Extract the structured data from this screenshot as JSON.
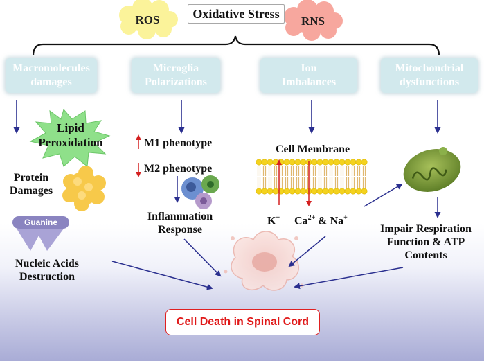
{
  "header": {
    "title": "Oxidative Stress",
    "left_cloud": "ROS",
    "right_cloud": "RNS"
  },
  "categories": [
    {
      "label_line1": "Macromolecules",
      "label_line2": "damages"
    },
    {
      "label_line1": "Microglia",
      "label_line2": "Polarizations"
    },
    {
      "label_line1": "Ion",
      "label_line2": "Imbalances"
    },
    {
      "label_line1": "Mitochondrial",
      "label_line2": "dysfunctions"
    }
  ],
  "macromolecules": {
    "lipid_line1": "Lipid",
    "lipid_line2": "Peroxidation",
    "protein_line1": "Protein",
    "protein_line2": "Damages",
    "guanine": "Guanine",
    "nucleic_line1": "Nucleic Acids",
    "nucleic_line2": "Destruction"
  },
  "microglia": {
    "m1": "M1 phenotype",
    "m2": "M2 phenotype",
    "inflammation_line1": "Inflammation",
    "inflammation_line2": "Response"
  },
  "ion": {
    "membrane": "Cell Membrane",
    "potassium": "K",
    "potassium_sup": "+",
    "calcium": "Ca",
    "calcium_sup": "2+",
    "sodium_prefix": " & Na",
    "sodium_sup": "+"
  },
  "mitochondria": {
    "line1": "Impair Respiration",
    "line2": "Function & ATP",
    "line3": "Contents"
  },
  "outcome": "Cell Death in Spinal Cord",
  "colors": {
    "arrow": "#2a2f8f",
    "red_arrow": "#d42020",
    "box_fill": "#d2e9ed",
    "outcome_border": "#e02020",
    "cloud_yellow": "#fbf39a",
    "cloud_pink": "#f7a79e",
    "star": "#8fe08a",
    "mito": "#7a9a3c"
  }
}
